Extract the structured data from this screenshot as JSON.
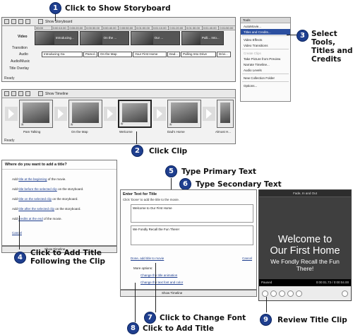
{
  "callouts": {
    "c1": {
      "num": "1",
      "text": "Click to Show Storyboard"
    },
    "c2": {
      "num": "2",
      "text": "Click Clip"
    },
    "c3": {
      "num": "3",
      "line1": "Select",
      "line2": "Tools,",
      "line3": "Titles and",
      "line4": "Credits"
    },
    "c4": {
      "num": "4",
      "line1": "Click to Add Title",
      "line2": "Following the Clip"
    },
    "c5": {
      "num": "5",
      "text": "Type Primary Text"
    },
    "c6": {
      "num": "6",
      "text": "Type Secondary Text"
    },
    "c7": {
      "num": "7",
      "text": "Click to Change Font"
    },
    "c8": {
      "num": "8",
      "text": "Click to Add Title"
    },
    "c9": {
      "num": "9",
      "text": "Review Title Clip"
    }
  },
  "timeline": {
    "toolbar_label": "Show Storyboard",
    "ruler": [
      "00:00",
      "0:00:10.00",
      "0:00:20.00",
      "0:00:30.00",
      "0:00:40.00",
      "0:00:50.00",
      "0:01:00.00",
      "0:01:10.00",
      "0:01:20.00",
      "0:01:30.00",
      "0:01:40.00",
      "0:01:50.00"
    ],
    "tracks": {
      "video": "Video",
      "transition": "Transition",
      "audio": "Audio",
      "audio_music": "Audio/Music",
      "title_overlay": "Title Overlay"
    },
    "video_clips": [
      "Introducing...",
      "On the ...",
      "Our ...",
      "Pulli... Into..."
    ],
    "audio_clips": [
      "Introducing Ga",
      "Pamol...",
      "On the Map",
      "Your First Home",
      "Dad...",
      "Pulling Into Drive",
      "Drivi..."
    ],
    "status": "Ready"
  },
  "menu": {
    "header": "Tools",
    "items": [
      {
        "label": "AutoMovie...",
        "state": "normal"
      },
      {
        "label": "Titles and Credits...",
        "state": "selected"
      },
      {
        "label": "Video Effects",
        "state": "normal"
      },
      {
        "label": "Video Transitions",
        "state": "normal"
      },
      {
        "label": "Create Clips",
        "state": "disabled"
      },
      {
        "label": "Take Picture from Preview",
        "state": "normal"
      },
      {
        "label": "Narrate Timeline...",
        "state": "normal"
      },
      {
        "label": "Audio Levels",
        "state": "normal"
      },
      {
        "label": "New Collection Folder",
        "state": "normal"
      },
      {
        "label": "Options...",
        "state": "normal"
      }
    ]
  },
  "storyboard": {
    "toolbar_label": "Show Timeline",
    "clips": [
      "Pam Talking",
      "On the Map",
      "Welcome",
      "Dad's Home",
      "Almost H..."
    ],
    "status": "Ready"
  },
  "where": {
    "header": "Where do you want to add a title?",
    "lines": [
      {
        "pre": "Add ",
        "link": "title at the beginning",
        "post": " of the movie."
      },
      {
        "pre": "Add ",
        "link": "title before the selected clip",
        "post": " on the storyboard."
      },
      {
        "pre": "Add ",
        "link": "title on the selected clip",
        "post": " on the storyboard."
      },
      {
        "pre": "Add ",
        "link": "title after the selected clip",
        "post": " on the storyboard."
      },
      {
        "pre": "Add ",
        "link": "credits at the end",
        "post": " of the movie."
      }
    ],
    "cancel": "Cancel",
    "bottom_label": "Show Timeline"
  },
  "enter": {
    "header": "Enter Text for Title",
    "subheader": "Click 'Done' to add the title to the movie.",
    "primary_text": "Welcome to Our First Home",
    "secondary_text": "We Fondly Recall the Fun There!",
    "done_link": "Done, add title to movie",
    "cancel_link": "Cancel",
    "more_options": "More options:",
    "opt1": "Change the title animation",
    "opt2": "Change the text font and color",
    "bottom_label": "Show Timeline"
  },
  "preview": {
    "header": "Fade, In and Out",
    "title": "Welcome to Our First Home",
    "title_line1": "Welcome to",
    "title_line2": "Our First Home",
    "sub_line1": "We Fondly Recall the Fun",
    "sub_line2": "There!",
    "status_left": "Paused",
    "status_right": "0:00:01.73 / 0:00:04.00"
  }
}
